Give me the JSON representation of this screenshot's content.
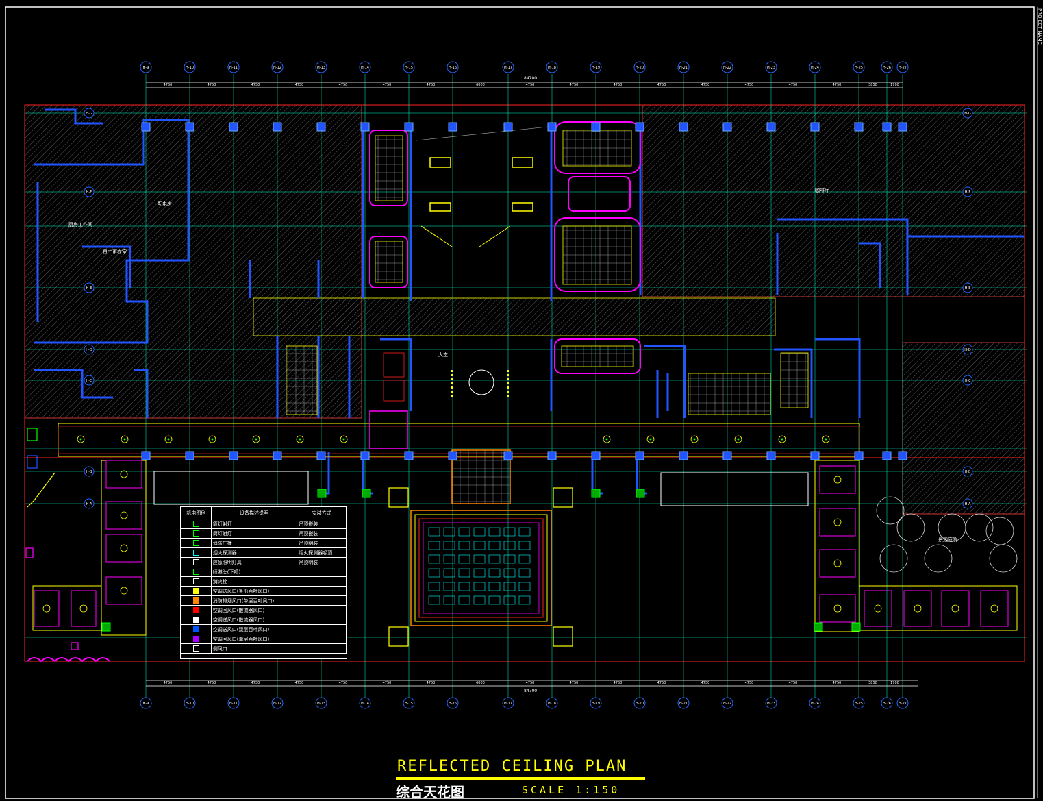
{
  "title": {
    "english": "REFLECTED CEILING PLAN",
    "chinese": "综合天花图",
    "scale": "SCALE 1:150"
  },
  "sidebar": {
    "label": "PROJECT NAME"
  },
  "grid": {
    "columns": [
      "H-9",
      "H-10",
      "H-11",
      "H-12",
      "H-13",
      "H-14",
      "H-15",
      "H-16",
      "H-17",
      "H-18",
      "H-19",
      "H-20",
      "H-21",
      "H-22",
      "H-23",
      "H-24",
      "H-25",
      "H-26",
      "H-27"
    ],
    "top_dimensions": [
      "4750",
      "4750",
      "4750",
      "4750",
      "4750",
      "4750",
      "4750",
      "6000",
      "4750",
      "4750",
      "4750",
      "4750",
      "4750",
      "4750",
      "4750",
      "4750",
      "3850",
      "1700"
    ],
    "overall_dimension": "84700",
    "rows_left": [
      "H-G",
      "H-F",
      "H-E",
      "H-D",
      "H-C",
      "H-B",
      "H-A"
    ]
  },
  "legend": {
    "headers": [
      "机电图例",
      "设备描述说明",
      "安装方式"
    ],
    "rows": [
      {
        "symbol_color": "#00ff00",
        "desc": "筒灯射灯",
        "mount": "吊顶嵌装"
      },
      {
        "symbol_color": "#00ff00",
        "desc": "筒灯射灯",
        "mount": "吊顶嵌装"
      },
      {
        "symbol_color": "#00ff00",
        "desc": "消防广播",
        "mount": "吊顶明装"
      },
      {
        "symbol_color": "#00ffff",
        "desc": "烟火探测器",
        "mount": "烟火探测器吸顶"
      },
      {
        "symbol_color": "#ffffff",
        "desc": "应急照明灯具",
        "mount": "吊顶明装"
      },
      {
        "symbol_color": "#00ff00",
        "desc": "喷淋头(下喷)",
        "mount": ""
      },
      {
        "symbol_color": "#ffffff",
        "desc": "消火栓",
        "mount": ""
      },
      {
        "symbol_color": "#ffff00",
        "desc": "空调送风口(条形百叶风口)",
        "mount": ""
      },
      {
        "symbol_color": "#ff8800",
        "desc": "消防排烟风口(单层百叶风口)",
        "mount": ""
      },
      {
        "symbol_color": "#ff0000",
        "desc": "空调回风口(散流器风口)",
        "mount": ""
      },
      {
        "symbol_color": "#ffffff",
        "desc": "空调送风口(散流器风口)",
        "mount": ""
      },
      {
        "symbol_color": "#0055ff",
        "desc": "空调送风口(双层百叶风口)",
        "mount": ""
      },
      {
        "symbol_color": "#aa00ff",
        "desc": "空调回风口(单层百叶风口)",
        "mount": ""
      },
      {
        "symbol_color": "#ffffff",
        "desc": "侧风口",
        "mount": ""
      }
    ]
  },
  "room_labels": [
    "厨房工作间",
    "配电房",
    "员工更衣室",
    "大堂",
    "咖啡厅",
    "景观庭院"
  ],
  "colors": {
    "background": "#000000",
    "gridline": "#00ffcc",
    "wall": "#2255ff",
    "ceiling": "#ff00ff",
    "fixture": "#ffff00",
    "hatch": "#666666"
  }
}
